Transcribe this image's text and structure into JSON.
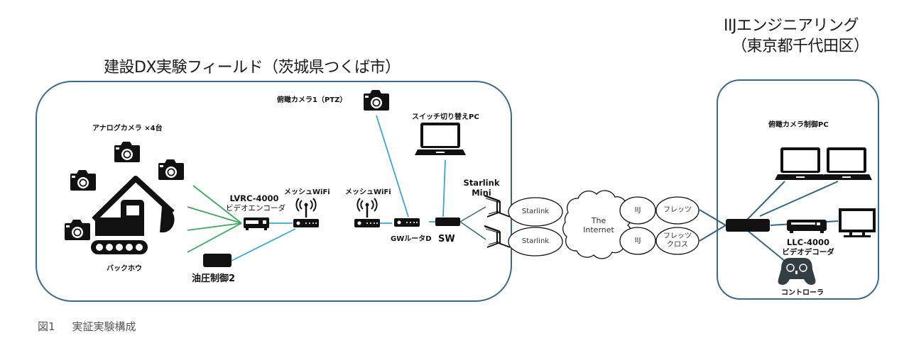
{
  "left_site": {
    "title": "建設DX実験フィールド（茨城県つくば市）",
    "analog_cameras_label": "アナログカメラ ×4台",
    "backhoe_label": "バックホウ",
    "hydraulic_label": "油圧制御2",
    "encoder_label_line1": "LVRC-4000",
    "encoder_label_line2": "ビデオエンコーダ",
    "mesh_wifi_1_label": "メッシュWiFi",
    "mesh_wifi_2_label": "メッシュWiFi",
    "ptz_camera_label": "俯瞰カメラ1（PTZ）",
    "switch_pc_label": "スイッチ切り替えPC",
    "gw_router_label": "GWルータD",
    "sw_label": "SW",
    "starlink_mini_line1": "Starlink",
    "starlink_mini_line2": "Mini"
  },
  "network": {
    "starlink_1": "Starlink",
    "starlink_2": "Starlink",
    "internet_line1": "The",
    "internet_line2": "Internet",
    "iij_1": "IIJ",
    "iij_2": "IIJ",
    "flets": "フレッツ",
    "flets_cross_line1": "フレッツ",
    "flets_cross_line2": "クロス"
  },
  "right_site": {
    "title_line1": "IIJエンジニアリング",
    "title_line2": "（東京都千代田区）",
    "control_pc_label": "俯瞰カメラ制御PC",
    "decoder_label_line1": "LLC-4000",
    "decoder_label_line2": "ビデオデコーダ",
    "controller_label": "コントローラ"
  },
  "caption": {
    "figure_number": "図1",
    "text": "実証実験構成"
  },
  "colors": {
    "frame": "#3a6a8e",
    "analog_link": "#3aaa5a",
    "lan_link": "#3aa6d8",
    "remote_link": "#2f6688"
  }
}
